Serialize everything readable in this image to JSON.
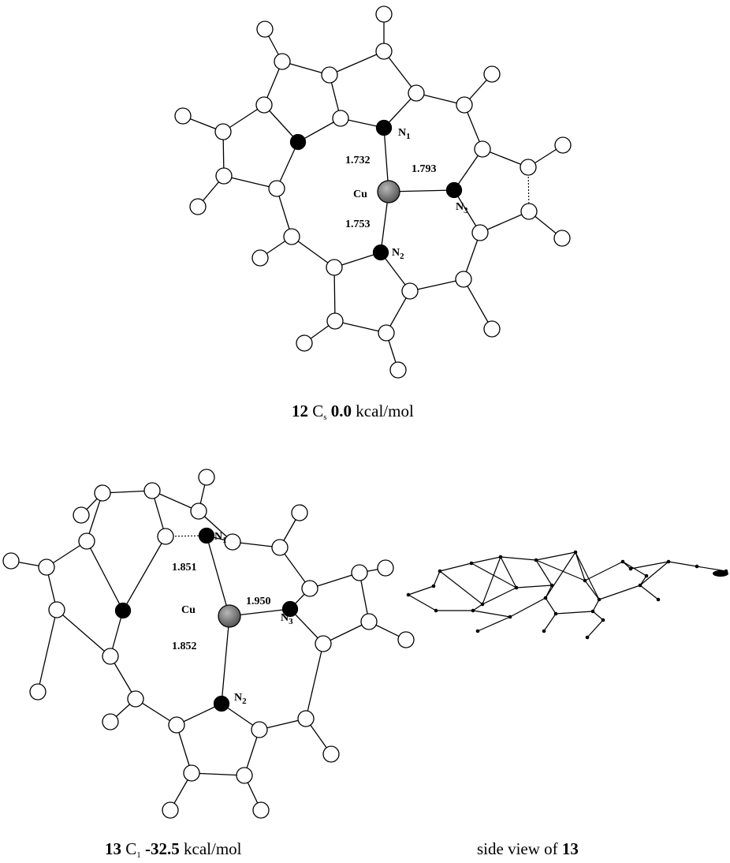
{
  "structure_12": {
    "caption": {
      "id": "12",
      "symmetry_main": "C",
      "symmetry_sub": "s",
      "energy": "0.0",
      "unit": "kcal/mol"
    },
    "atom_labels": {
      "n1": {
        "main": "N",
        "sub": "1"
      },
      "n2": {
        "main": "N",
        "sub": "2"
      },
      "n3": {
        "main": "N",
        "sub": "3"
      },
      "cu": "Cu"
    },
    "distances": {
      "cu_n1": "1.732",
      "cu_n2": "1.753",
      "cu_n3": "1.793"
    }
  },
  "structure_13": {
    "caption": {
      "id": "13",
      "symmetry_main": "C",
      "symmetry_sub": "1",
      "energy": "-32.5",
      "unit": "kcal/mol"
    },
    "atom_labels": {
      "n1": {
        "main": "N",
        "sub": "1"
      },
      "n2": {
        "main": "N",
        "sub": "2"
      },
      "n3": {
        "main": "N",
        "sub": "3"
      },
      "cu": "Cu"
    },
    "distances": {
      "cu_n1": "1.851",
      "cu_n2": "1.852",
      "cu_n3": "1.950"
    }
  },
  "side_view": {
    "caption_text": "side view of ",
    "caption_id": "13"
  },
  "colors": {
    "nitrogen": "#000000",
    "copper": "#7a7a7a",
    "carbon": "#ffffff",
    "bond": "#000000"
  }
}
